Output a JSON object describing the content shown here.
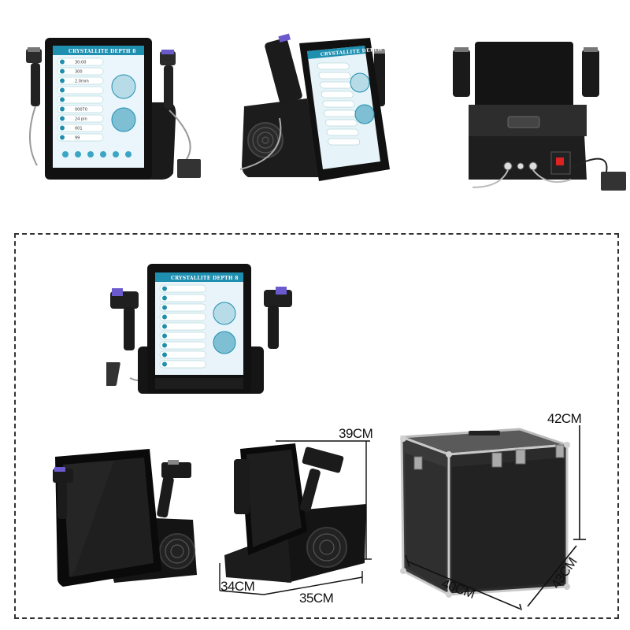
{
  "device": {
    "screen_title": "CRYSTALLITE DEPTH 8",
    "screen_values": [
      "30:00",
      "300",
      "2.0mm",
      "",
      "",
      "00070",
      "24 pin",
      "001",
      "99"
    ],
    "accent_color": "#1f8fb0"
  },
  "dimensions": {
    "device_height": "39CM",
    "device_depth": "34CM",
    "device_width": "35CM",
    "case_height": "42CM",
    "case_width": "40CM",
    "case_depth": "43CM"
  }
}
